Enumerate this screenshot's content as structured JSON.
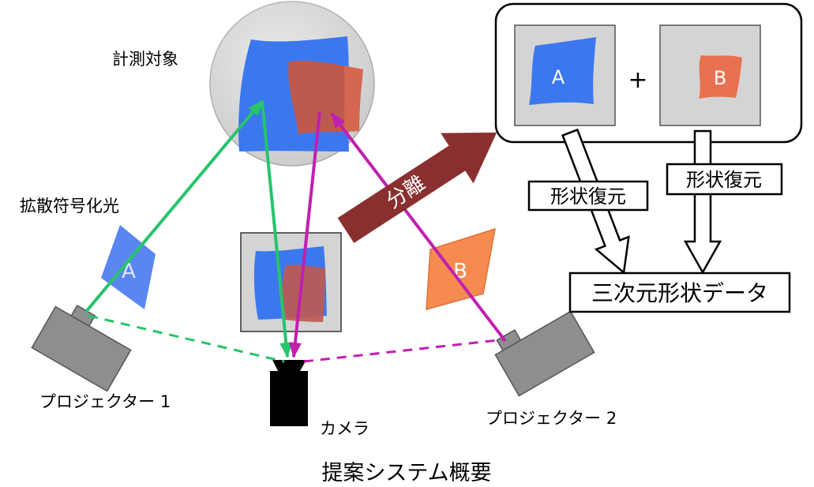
{
  "measurement_target": {
    "label": "計測対象"
  },
  "coded_light": {
    "label": "拡散符号化光",
    "pattern_a": "A",
    "pattern_b": "B"
  },
  "projectors": [
    {
      "label": "プロジェクター 1"
    },
    {
      "label": "プロジェクター 2"
    }
  ],
  "camera": {
    "label": "カメラ"
  },
  "separation": {
    "label": "分離"
  },
  "separated_results": {
    "a": "A",
    "plus": "+",
    "b": "B"
  },
  "reconstruction": {
    "left_label": "形状復元",
    "right_label": "形状復元"
  },
  "output": {
    "label": "三次元形状データ"
  },
  "caption": "提案システム概要",
  "colors": {
    "sphere_gray": "#cdcdcd",
    "pattern_a_blue": "#3b78ef",
    "pattern_a_light": "#5a86f2",
    "pattern_b_orange": "#f58b4e",
    "object_red": "#bd5a50",
    "result_b_orange": "#e9714f",
    "ray_green": "#27c46b",
    "ray_magenta": "#c11fb0",
    "separation_arrow": "#8a2f2f",
    "projector_gray": "#8e8e8e",
    "camera_black": "#000000",
    "panel_gray": "#d4d4d4"
  }
}
